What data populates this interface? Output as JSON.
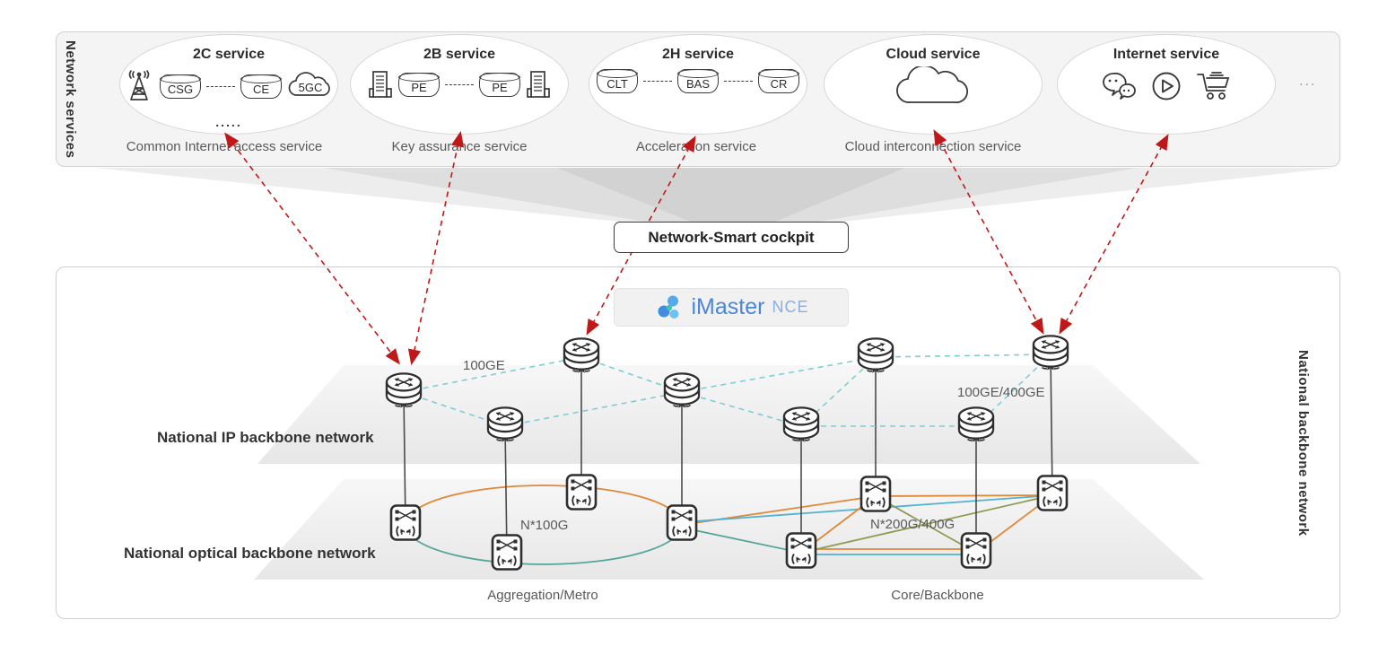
{
  "network_services": {
    "panel_label": "Network services",
    "more_indicator": "...",
    "services": [
      {
        "title": "2C service",
        "caption": "Common Internet access service",
        "node_labels": [
          "CSG",
          "CE",
          "5GC"
        ],
        "ellipsis": ".....",
        "icons": [
          "base-station-icon",
          "router-db-icon",
          "router-db-icon",
          "5gc-cloud-icon"
        ]
      },
      {
        "title": "2B service",
        "caption": "Key assurance service",
        "node_labels": [
          "PE",
          "PE"
        ],
        "icons": [
          "enterprise-building-icon",
          "router-db-icon",
          "router-db-icon",
          "enterprise-building-icon"
        ]
      },
      {
        "title": "2H service",
        "caption": "Acceleration service",
        "node_labels": [
          "CLT",
          "BAS",
          "CR"
        ],
        "icons": [
          "router-db-icon",
          "router-db-icon",
          "router-db-icon"
        ]
      },
      {
        "title": "Cloud service",
        "caption": "Cloud interconnection service",
        "node_labels": [],
        "icons": [
          "cloud-icon"
        ]
      },
      {
        "title": "Internet service",
        "caption": "",
        "node_labels": [],
        "icons": [
          "wechat-icon",
          "video-play-icon",
          "shopping-cart-icon"
        ]
      }
    ]
  },
  "cockpit_button": {
    "label": "Network-Smart cockpit"
  },
  "platform_badge": {
    "brand": "iMaster",
    "suffix": "NCE",
    "icon": "nce-propeller-icon"
  },
  "backbone": {
    "panel_label": "National backbone network",
    "ip_layer_label": "National IP backbone network",
    "optical_layer_label": "National optical backbone network",
    "bandwidth_labels": {
      "ip_left": "100GE",
      "ip_right": "100GE/400GE",
      "optical_left": "N*100G",
      "optical_right": "N*200G/400G"
    },
    "zone_labels": {
      "aggregation": "Aggregation/Metro",
      "core": "Core/Backbone"
    },
    "node_icons": {
      "ip": "ip-router-icon",
      "optical": "optical-switch-icon"
    },
    "ip_node_count": 8,
    "optical_node_count": 8
  },
  "colors": {
    "accent_red": "#c01818",
    "ip_link_teal": "#7ecdd6",
    "optical_orange": "#e0883a",
    "optical_teal": "#55a59a",
    "optical_blue": "#52b2d2",
    "optical_olive": "#8f9a52",
    "brand_blue": "#4a86d8",
    "brand_light_blue": "#87b0e6",
    "panel_gray": "#f4f4f4"
  }
}
